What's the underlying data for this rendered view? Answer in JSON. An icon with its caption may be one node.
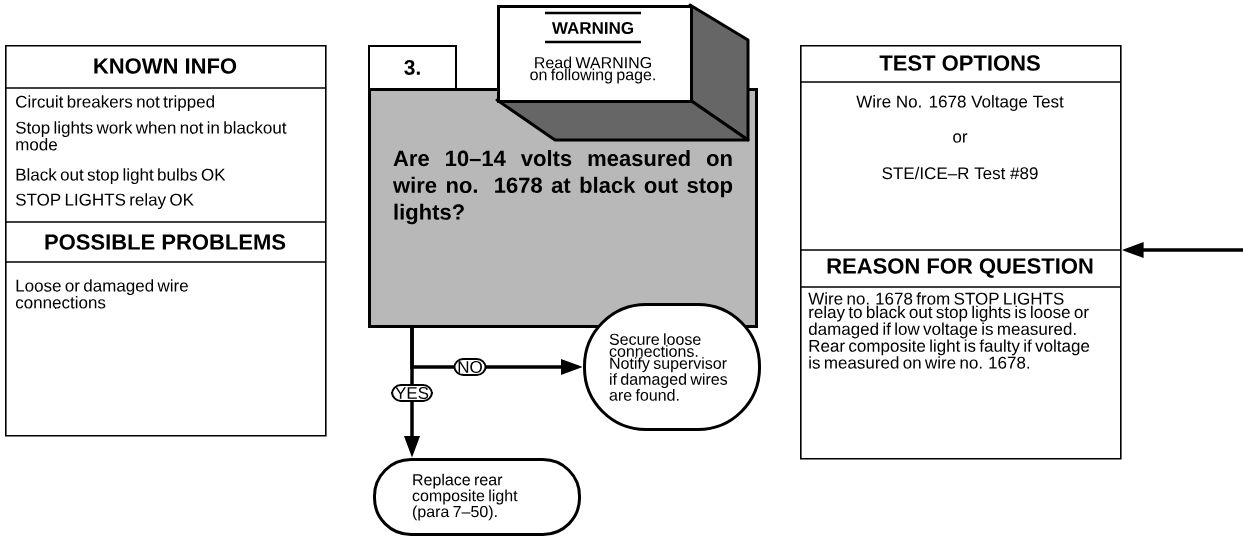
{
  "diagram": {
    "nodes": [
      {
        "text": [
          "KNOWN INFO",
          "Circuit breakers not tripped",
          "Stop lights work when not in blackout mode",
          "Black out stop light bulbs OK",
          "STOP LIGHTS relay OK",
          "POSSIBLE PROBLEMS",
          "Loose or damaged wire connections"
        ]
      },
      {
        "text": [
          "3."
        ]
      },
      {
        "text": [
          "Are 10–14 volts measured on wire no. 1678 at black out stop lights?"
        ]
      },
      {
        "text": [
          "WARNING",
          "Read WARNING on following page."
        ]
      },
      {
        "text": [
          "Secure loose connections. Notify supervisor if damaged wires are found."
        ]
      },
      {
        "text": [
          "Replace rear composite light (para 7–50)."
        ]
      },
      {
        "text": [
          "TEST OPTIONS",
          "Wire No. 1678 Voltage Test",
          "or",
          "STE/ICE–R Test #89",
          "REASON FOR QUESTION",
          "Wire no. 1678 from STOP LIGHTS relay to black out stop lights is loose or damaged if low voltage is measured. Rear composite light is faulty if voltage is measured on wire no. 1678."
        ]
      }
    ],
    "edges": [
      {
        "from": 2,
        "to": 4,
        "arrow": "to",
        "label": "NO"
      },
      {
        "from": 2,
        "to": 5,
        "arrow": "to",
        "label": "YES"
      },
      {
        "from": null,
        "to": 6,
        "arrow": "to"
      }
    ]
  }
}
